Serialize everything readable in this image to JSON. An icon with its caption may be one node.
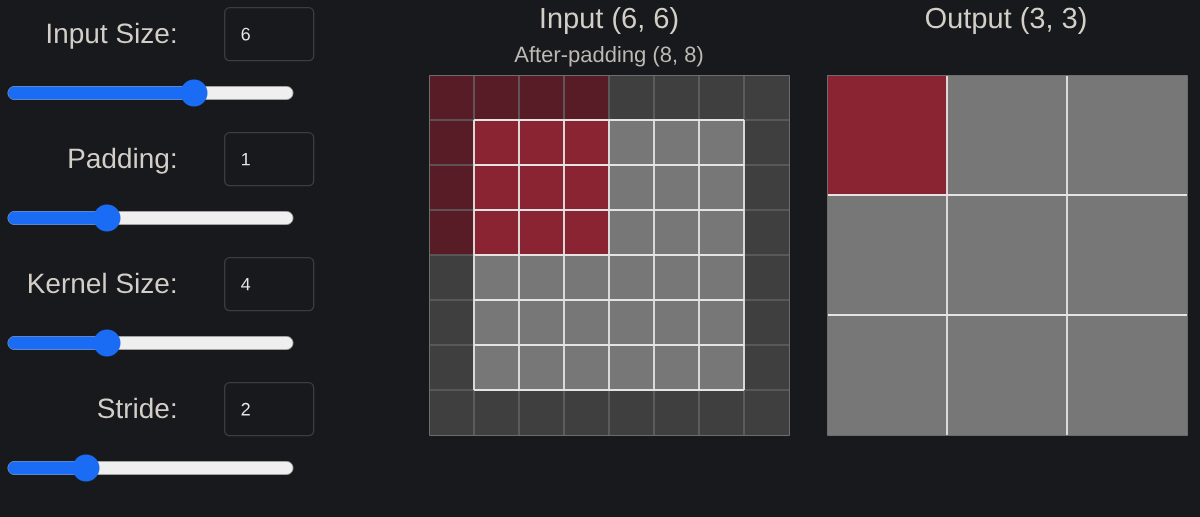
{
  "diagram": {
    "nodes": [
      {
        "text": [
          "6"
        ],
        "beside": [
          "Input Size:"
        ]
      },
      {
        "text": [
          "1"
        ],
        "beside": [
          "Padding:"
        ]
      },
      {
        "text": [
          "4"
        ],
        "beside": [
          "Kernel Size:"
        ]
      },
      {
        "text": [
          "2"
        ],
        "beside": [
          "Stride:"
        ]
      },
      {
        "text": [
          "Input (6, 6)",
          "After-padding (8, 8)"
        ]
      },
      {
        "text": [
          "Output (3, 3)"
        ]
      }
    ]
  }
}
